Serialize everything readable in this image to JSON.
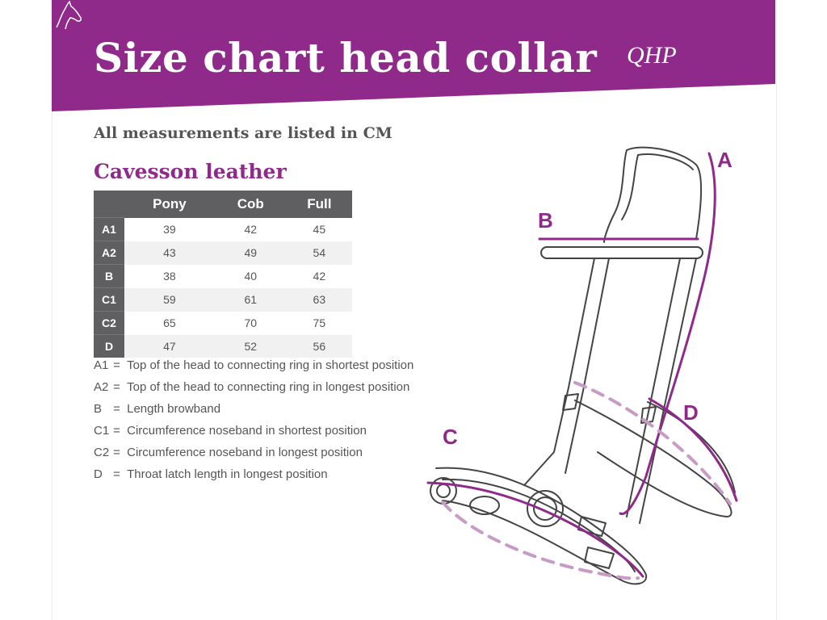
{
  "header": {
    "title": "Size chart head collar",
    "logo_text": "QHP"
  },
  "subtitle": "All measurements are listed in CM",
  "section_title": "Cavesson leather",
  "table": {
    "columns": [
      "Pony",
      "Cob",
      "Full"
    ],
    "rows": [
      {
        "label": "A1",
        "values": [
          "39",
          "42",
          "45"
        ]
      },
      {
        "label": "A2",
        "values": [
          "43",
          "49",
          "54"
        ]
      },
      {
        "label": "B",
        "values": [
          "38",
          "40",
          "42"
        ]
      },
      {
        "label": "C1",
        "values": [
          "59",
          "61",
          "63"
        ]
      },
      {
        "label": "C2",
        "values": [
          "65",
          "70",
          "75"
        ]
      },
      {
        "label": "D",
        "values": [
          "47",
          "52",
          "56"
        ]
      }
    ]
  },
  "legend": [
    {
      "key": "A1",
      "text": "Top of the head to connecting ring in shortest position"
    },
    {
      "key": "A2",
      "text": "Top of the head to connecting ring in longest position"
    },
    {
      "key": "B",
      "text": "Length browband"
    },
    {
      "key": "C1",
      "text": "Circumference noseband in shortest position"
    },
    {
      "key": "C2",
      "text": "Circumference noseband in longest position"
    },
    {
      "key": "D",
      "text": "Throat latch length in longest position"
    }
  ],
  "diagram_labels": {
    "a": "A",
    "b": "B",
    "c": "C",
    "d": "D"
  },
  "colors": {
    "brand_purple": "#8f2a8b",
    "header_gray": "#5f5f61",
    "text_gray": "#555555"
  }
}
